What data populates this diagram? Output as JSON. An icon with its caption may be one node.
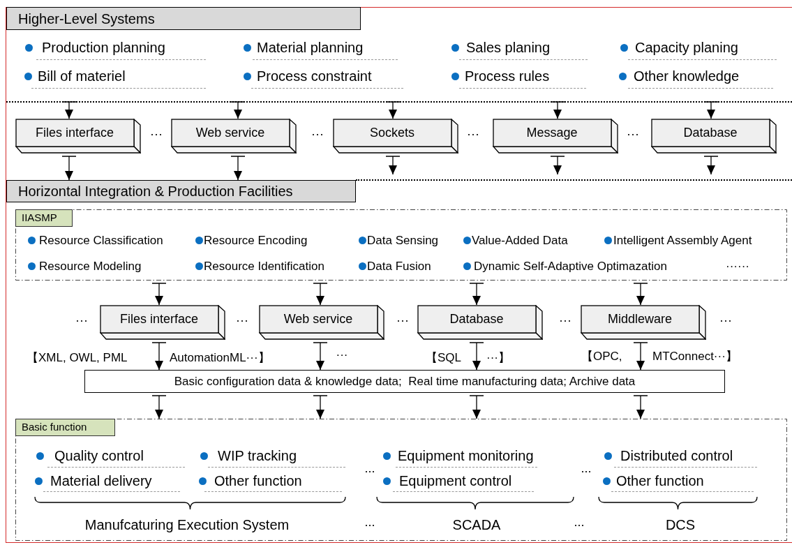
{
  "diagram": {
    "nodes": [
      {
        "text": [
          "Higher-Level Systems"
        ]
      },
      {
        "text": [
          "Files interface"
        ]
      },
      {
        "text": [
          "Web service"
        ]
      },
      {
        "text": [
          "Sockets"
        ]
      },
      {
        "text": [
          "Message"
        ]
      },
      {
        "text": [
          "Database"
        ]
      },
      {
        "text": [
          "Horizontal Integration & Production Facilities"
        ]
      },
      {
        "text": [
          "IIASMP"
        ]
      },
      {
        "text": [
          "Files interface"
        ]
      },
      {
        "text": [
          "Web service"
        ]
      },
      {
        "text": [
          "Database"
        ]
      },
      {
        "text": [
          "Middleware"
        ]
      },
      {
        "text": [
          "Basic configuration data & knowledge data;  Real time manufacturing data; Archive data"
        ]
      },
      {
        "text": [
          "Basic function"
        ]
      }
    ],
    "edges": [
      {
        "from": null,
        "to": 1,
        "arrow": "to"
      },
      {
        "from": null,
        "to": 2,
        "arrow": "to"
      },
      {
        "from": null,
        "to": 3,
        "arrow": "to"
      },
      {
        "from": null,
        "to": 4,
        "arrow": "to"
      },
      {
        "from": null,
        "to": 5,
        "arrow": "to"
      },
      {
        "from": 1,
        "to": 6,
        "arrow": "to"
      },
      {
        "from": 2,
        "to": 6,
        "arrow": "to"
      },
      {
        "from": 3,
        "to": null,
        "arrow": "to"
      },
      {
        "from": 4,
        "to": null,
        "arrow": "to"
      },
      {
        "from": 5,
        "to": null,
        "arrow": "to"
      },
      {
        "from": 7,
        "to": 8,
        "arrow": "to"
      },
      {
        "from": 7,
        "to": 9,
        "arrow": "to"
      },
      {
        "from": 7,
        "to": 10,
        "arrow": "to"
      },
      {
        "from": 7,
        "to": 11,
        "arrow": "to"
      },
      {
        "from": 8,
        "to": 12,
        "arrow": "to"
      },
      {
        "from": 9,
        "to": 12,
        "arrow": "to"
      },
      {
        "from": 10,
        "to": 12,
        "arrow": "to"
      },
      {
        "from": 11,
        "to": 12,
        "arrow": "to"
      },
      {
        "from": 12,
        "to": 13,
        "arrow": "to"
      },
      {
        "from": 12,
        "to": 13,
        "arrow": "to"
      },
      {
        "from": 12,
        "to": 13,
        "arrow": "to"
      },
      {
        "from": 12,
        "to": 13,
        "arrow": "to"
      }
    ],
    "labels": [
      "Production planning",
      "Material planning",
      "Sales planing",
      "Capacity planing",
      "Bill of materiel",
      "Process constraint",
      "Process rules",
      "Other knowledge",
      "···",
      "···",
      "···",
      "···",
      "Resource Classification",
      "Resource Encoding",
      "Data Sensing",
      "Value-Added Data",
      "Intelligent Assembly Agent",
      "Resource Modeling",
      "Resource Identification",
      "Data Fusion",
      "Dynamic Self-Adaptive Optimazation",
      "······",
      "···",
      "···",
      "···",
      "···",
      "···",
      "【XML, OWL, PML",
      "AutomationML···】",
      "···",
      "【SQL",
      "···】",
      "【OPC,",
      "MTConnect···】",
      "Quality control",
      "WIP tracking",
      "Equipment monitoring",
      "Distributed control",
      "Material delivery",
      "Other function",
      "Equipment control",
      "Other function",
      "...",
      "...",
      "Manufcaturing Execution System",
      "...",
      "SCADA",
      "...",
      "DCS"
    ]
  }
}
